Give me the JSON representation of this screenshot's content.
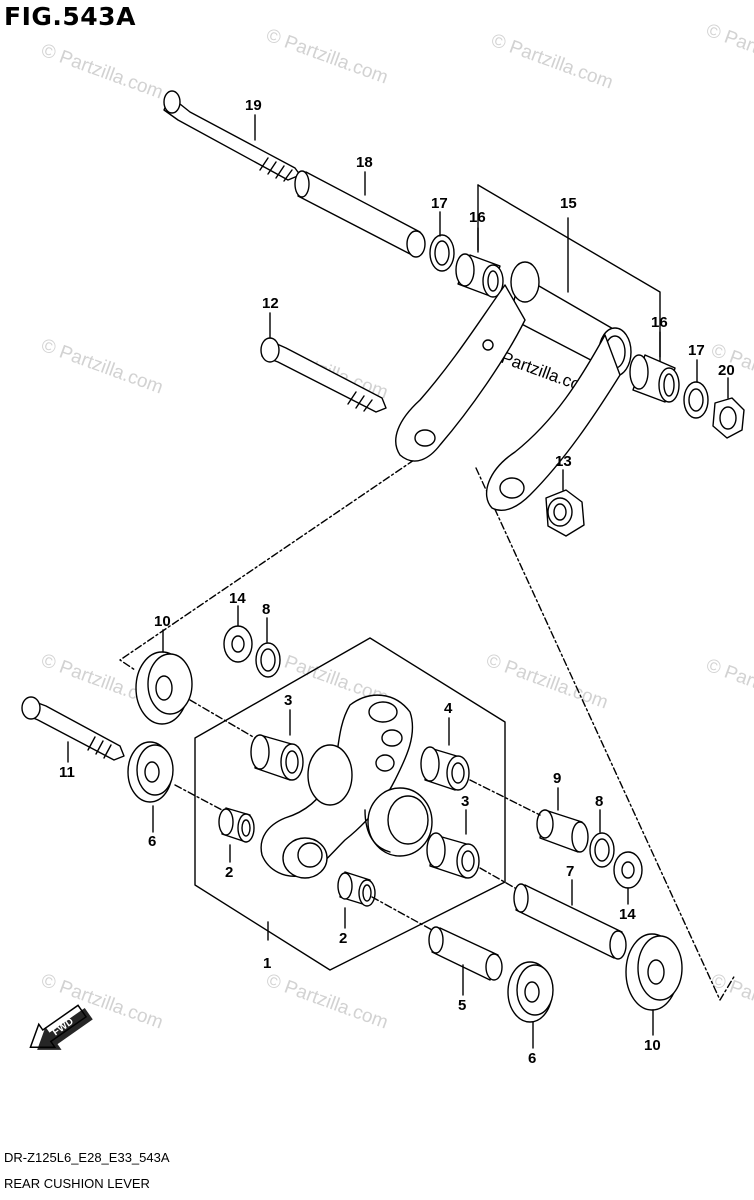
{
  "figure": {
    "title": "FIG.543A",
    "code": "DR-Z125L6_E28_E33_543A",
    "caption": "REAR CUSHION LEVER"
  },
  "watermark": {
    "text": "© Partzilla.com",
    "center_text": "Partzilla.com"
  },
  "fwd_label": "FWD",
  "callouts": {
    "c1": "1",
    "c2a": "2",
    "c2b": "2",
    "c3a": "3",
    "c3b": "3",
    "c4": "4",
    "c5": "5",
    "c6a": "6",
    "c6b": "6",
    "c7": "7",
    "c8a": "8",
    "c8b": "8",
    "c9": "9",
    "c10a": "10",
    "c10b": "10",
    "c11": "11",
    "c12": "12",
    "c13": "13",
    "c14a": "14",
    "c14b": "14",
    "c15": "15",
    "c16a": "16",
    "c16b": "16",
    "c17a": "17",
    "c17b": "17",
    "c18": "18",
    "c19": "19",
    "c20": "20"
  }
}
